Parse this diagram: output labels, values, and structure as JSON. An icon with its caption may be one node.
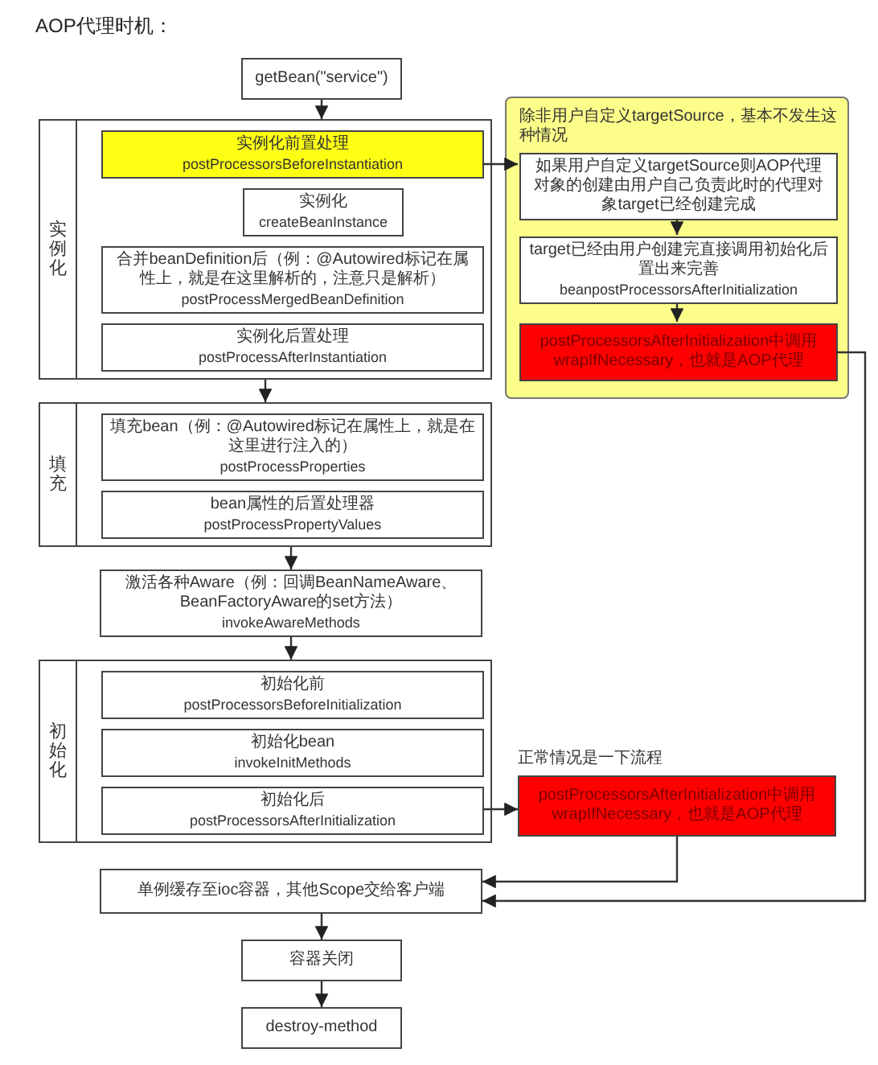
{
  "diagram": {
    "title": "AOP代理时机：",
    "nodes": [
      {
        "text": [
          "getBean(\"service\")"
        ]
      },
      {
        "text": [
          "实例化"
        ]
      },
      {
        "text": [
          "实例化前置处理",
          "postProcessorsBeforeInstantiation"
        ],
        "in": 1
      },
      {
        "text": [
          "实例化",
          "createBeanInstance"
        ],
        "in": 1
      },
      {
        "text": [
          "合并beanDefinition后（例：@Autowired标记在属性上，就是在这里解析的，注意只是解析）",
          "postProcessMergedBeanDefinition"
        ],
        "in": 1
      },
      {
        "text": [
          "实例化后置处理",
          "postProcessAfterInstantiation"
        ],
        "in": 1
      },
      {
        "text": [
          "填充"
        ]
      },
      {
        "text": [
          "填充bean（例：@Autowired标记在属性上，就是在这里进行注入的）",
          "postProcessProperties"
        ],
        "in": 6
      },
      {
        "text": [
          "bean属性的后置处理器",
          "postProcessPropertyValues"
        ],
        "in": 6
      },
      {
        "text": [
          "激活各种Aware（例：回调BeanNameAware、BeanFactoryAware的set方法）",
          "invokeAwareMethods"
        ]
      },
      {
        "text": [
          "初始化"
        ]
      },
      {
        "text": [
          "初始化前",
          "postProcessorsBeforeInitialization"
        ],
        "in": 10
      },
      {
        "text": [
          "初始化bean",
          "invokeInitMethods"
        ],
        "in": 10
      },
      {
        "text": [
          "初始化后",
          "postProcessorsAfterInitialization"
        ],
        "in": 10
      },
      {
        "text": [
          "单例缓存至ioc容器，其他Scope交给客户端"
        ]
      },
      {
        "text": [
          "容器关闭"
        ]
      },
      {
        "text": [
          "destroy-method"
        ]
      },
      {
        "text": [
          "除非用户自定义targetSource，基本不发生这种情况"
        ]
      },
      {
        "text": [
          "如果用户自定义targetSource则AOP代理对象的创建由用户自己负责此时的代理对象target已经创建完成"
        ],
        "in": 17
      },
      {
        "text": [
          "target已经由用户创建完直接调用初始化后置出来完善",
          "beanpostProcessorsAfterInitialization"
        ],
        "in": 17
      },
      {
        "text": [
          "postProcessorsAfterInitialization中调用wrapIfNecessary，也就是AOP代理"
        ],
        "in": 17
      },
      {
        "text": [
          "postProcessorsAfterInitialization中调用wrapIfNecessary，也就是AOP代理"
        ],
        "beside": [
          "正常情况是一下流程"
        ]
      }
    ],
    "edges": [
      {
        "from": 0,
        "to": 1,
        "arrow": "to"
      },
      {
        "from": 2,
        "to": 18,
        "arrow": "to"
      },
      {
        "from": 18,
        "to": 19,
        "arrow": "to"
      },
      {
        "from": 19,
        "to": 20,
        "arrow": "to"
      },
      {
        "from": 20,
        "to": 14,
        "arrow": "to"
      },
      {
        "from": 1,
        "to": 6,
        "arrow": "to"
      },
      {
        "from": 6,
        "to": 9,
        "arrow": "to"
      },
      {
        "from": 9,
        "to": 10,
        "arrow": "to"
      },
      {
        "from": 13,
        "to": 21,
        "arrow": "to"
      },
      {
        "from": 21,
        "to": 14,
        "arrow": "to"
      },
      {
        "from": 14,
        "to": 15,
        "arrow": "to"
      },
      {
        "from": 15,
        "to": 16,
        "arrow": "to"
      }
    ]
  }
}
